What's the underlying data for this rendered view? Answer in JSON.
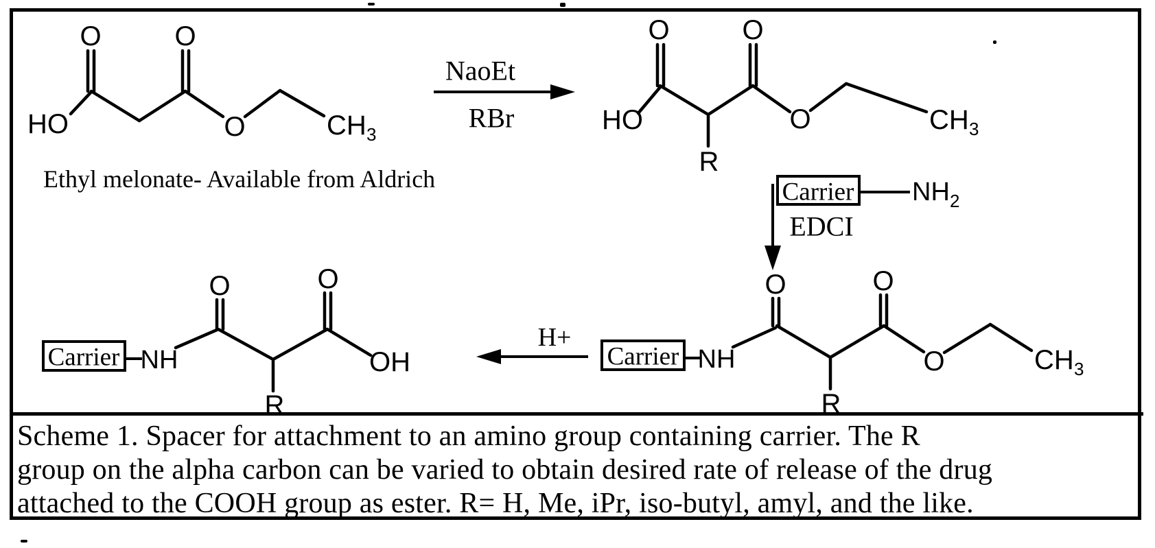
{
  "page": {
    "background": "#ffffff",
    "ink": "#000000"
  },
  "compound1": {
    "label": "Ethyl melonate- Available from Aldrich"
  },
  "atoms": {
    "O": "O",
    "HO": "HO",
    "OH": "OH",
    "NH": "NH",
    "R": "R",
    "CH": "CH",
    "sub3": "3",
    "sub2": "2",
    "carrier": "Carrier"
  },
  "reagents": {
    "step1_above_arrow": "NaoEt",
    "step1_below_arrow": "RBr",
    "step2_below_arrow": "EDCI",
    "step3_label": "H+"
  },
  "caption": {
    "line1": "Scheme 1. Spacer for attachment to an amino group containing carrier. The R",
    "line2": "group on the alpha carbon can be varied to obtain desired rate of release of the drug",
    "line3": "attached to the COOH group as ester. R= H, Me, iPr, iso-butyl, amyl, and the like."
  }
}
